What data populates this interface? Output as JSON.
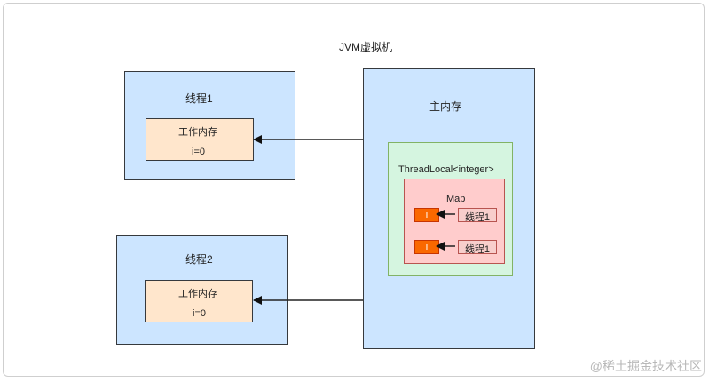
{
  "title": "JVM虚拟机",
  "thread1": {
    "label": "线程1",
    "work_memory": "工作内存",
    "value": "i=0"
  },
  "thread2": {
    "label": "线程2",
    "work_memory": "工作内存",
    "value": "i=0"
  },
  "main_memory": {
    "label": "主内存",
    "threadlocal": {
      "label": "ThreadLocal<integer>",
      "map": {
        "label": "Map",
        "entries": [
          {
            "key": "i",
            "value": "线程1"
          },
          {
            "key": "i",
            "value": "线程1"
          }
        ]
      }
    }
  },
  "watermark": "@稀土掘金技术社区",
  "colors": {
    "blue_fill": "#cce5ff",
    "peach_fill": "#ffe6cc",
    "green_fill": "#d5f5e0",
    "pink_fill": "#ffcccc",
    "orange_fill": "#fa6800"
  }
}
